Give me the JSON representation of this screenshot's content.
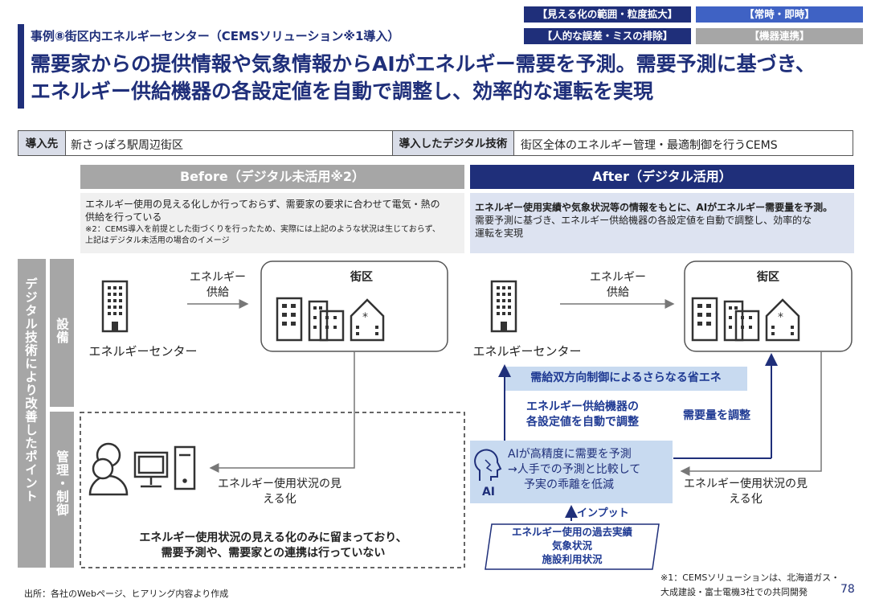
{
  "case_title": "事例⑧街区内エネルギーセンター（CEMSソリューション※1導入）",
  "tags": [
    {
      "label": "【見える化の範囲・粒度拡大】",
      "color": "#1f2f7a"
    },
    {
      "label": "【常時・即時】",
      "color": "#3f62c4"
    },
    {
      "label": "【人的な誤差・ミスの排除】",
      "color": "#1f2f7a"
    },
    {
      "label": "【機器連携】",
      "color": "#a6a6a6"
    }
  ],
  "headline": {
    "line1": "需要家からの提供情報や気象情報からAIがエネルギー需要を予測。需要予測に基づき、",
    "line2": "エネルギー供給機器の各設定値を自動で調整し、効率的な運転を実現"
  },
  "intro": {
    "destination_label": "導入先",
    "destination_value": "新さっぽろ駅周辺街区",
    "tech_label": "導入したデジタル技術",
    "tech_value": "街区全体のエネルギー管理・最適制御を行うCEMS"
  },
  "before": {
    "header": "Before（デジタル未活用※2）",
    "desc_line1": "エネルギー使用の見える化しか行っておらず、需要家の要求に合わせて電気・熱の",
    "desc_line2": "供給を行っている",
    "note_line1": "※2：CEMS導入を前提とした街づくりを行ったため、実際には上記のような状況は生じておらず、",
    "note_line2": "上記はデジタル未活用の場合のイメージ",
    "energy_supply": "エネルギー供給",
    "district": "街区",
    "energy_center": "エネルギーセンター",
    "visualization": "エネルギー使用状況の見える化",
    "summary_line1": "エネルギー使用状況の見える化のみに留まっており、",
    "summary_line2": "需要予測や、需要家との連携は行っていない"
  },
  "after": {
    "header": "After（デジタル活用）",
    "desc_line1": "エネルギー使用実績や気象状況等の情報をもとに、AIがエネルギー需要量を予測。",
    "desc_line2": "需要予測に基づき、エネルギー供給機器の各設定値を自動で調整し、効率的な",
    "desc_line3": "運転を実現",
    "energy_supply": "エネルギー供給",
    "district": "街区",
    "energy_center": "エネルギーセンター",
    "bidirectional": "需給双方向制御によるさらなる省エネ",
    "auto_adjust_line1": "エネルギー供給機器の",
    "auto_adjust_line2": "各設定値を自動で調整",
    "demand_adjust": "需要量を調整",
    "ai_line1": "AIが高精度に需要を予測",
    "ai_line2": "→人手での予測と比較して",
    "ai_line3": "予実の乖離を低減",
    "ai_label": "AI",
    "visualization": "エネルギー使用状況の見える化",
    "input_label": "インプット",
    "inputs": [
      "エネルギー使用の過去実績",
      "気象状況",
      "施設利用状況"
    ]
  },
  "side": {
    "main": "デジタル技術により改善したポイント",
    "equipment": "設備",
    "management": "管理・制御"
  },
  "footer": {
    "source": "出所：各社のWebページ、ヒアリング内容より作成",
    "note1_line1": "※1：CEMSソリューションは、北海道ガス・",
    "note1_line2": "大成建設・富士電機3社での共同開発",
    "page": "78"
  }
}
